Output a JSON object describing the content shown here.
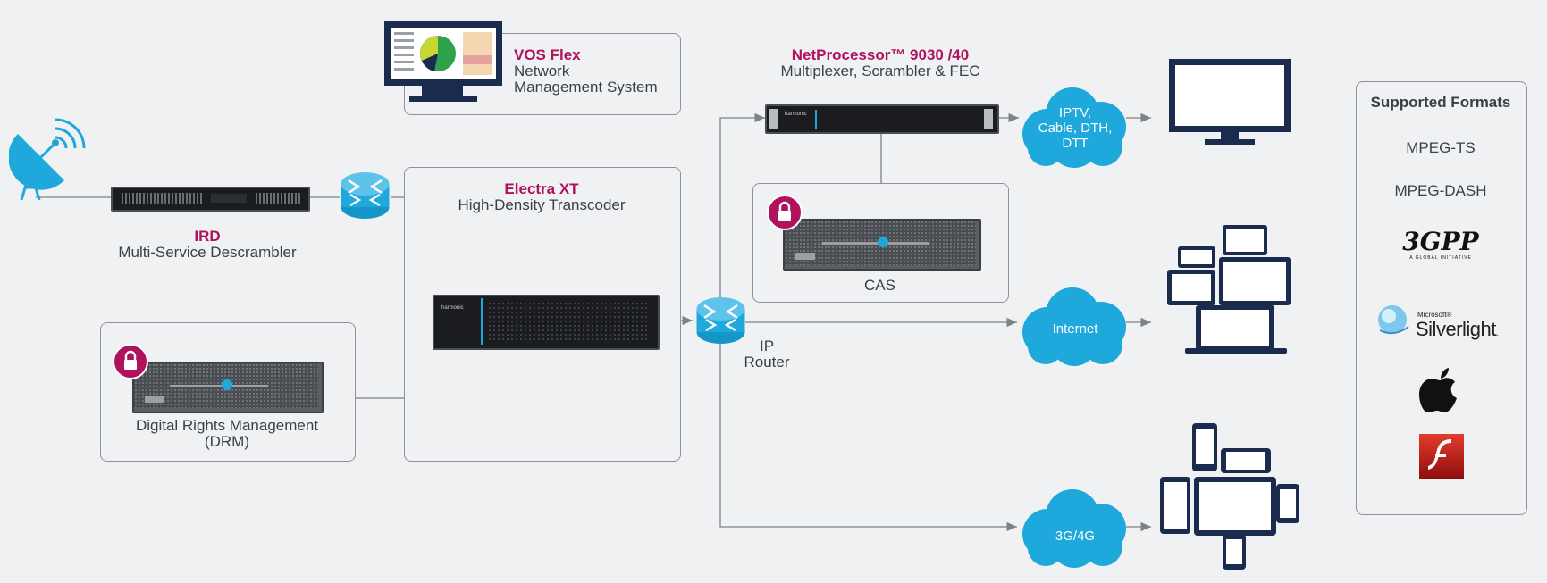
{
  "vos": {
    "title": "VOS Flex",
    "line1": "Network",
    "line2": "Management System"
  },
  "netprocessor": {
    "title": "NetProcessor™ 9030 /40",
    "subtitle": "Multiplexer, Scrambler & FEC",
    "brand": "harmonic"
  },
  "ird": {
    "title": "IRD",
    "subtitle": "Multi-Service Descrambler"
  },
  "electra": {
    "title": "Electra XT",
    "subtitle": "High-Density Transcoder",
    "brand": "harmonic"
  },
  "drm": {
    "line1": "Digital Rights Management",
    "line2": "(DRM)"
  },
  "cas": {
    "label": "CAS"
  },
  "router": {
    "line1": "IP",
    "line2": "Router"
  },
  "clouds": {
    "iptv": {
      "line1": "IPTV,",
      "line2": "Cable, DTH,",
      "line3": "DTT"
    },
    "internet": {
      "label": "Internet"
    },
    "mobile": {
      "label": "3G/4G"
    }
  },
  "formats": {
    "title": "Supported Formats",
    "mpegts": "MPEG-TS",
    "mpegdash": "MPEG-DASH",
    "threegpp": "3GPP",
    "threegpp_sub": "A GLOBAL INITIATIVE",
    "silverlight_small": "Microsoft®",
    "silverlight": "Silverlight",
    "silverlight_dot": "."
  },
  "colors": {
    "accent": "#b0125e",
    "navy": "#1b2b4e",
    "cyan": "#1fa8dc",
    "line": "#8e9297"
  }
}
